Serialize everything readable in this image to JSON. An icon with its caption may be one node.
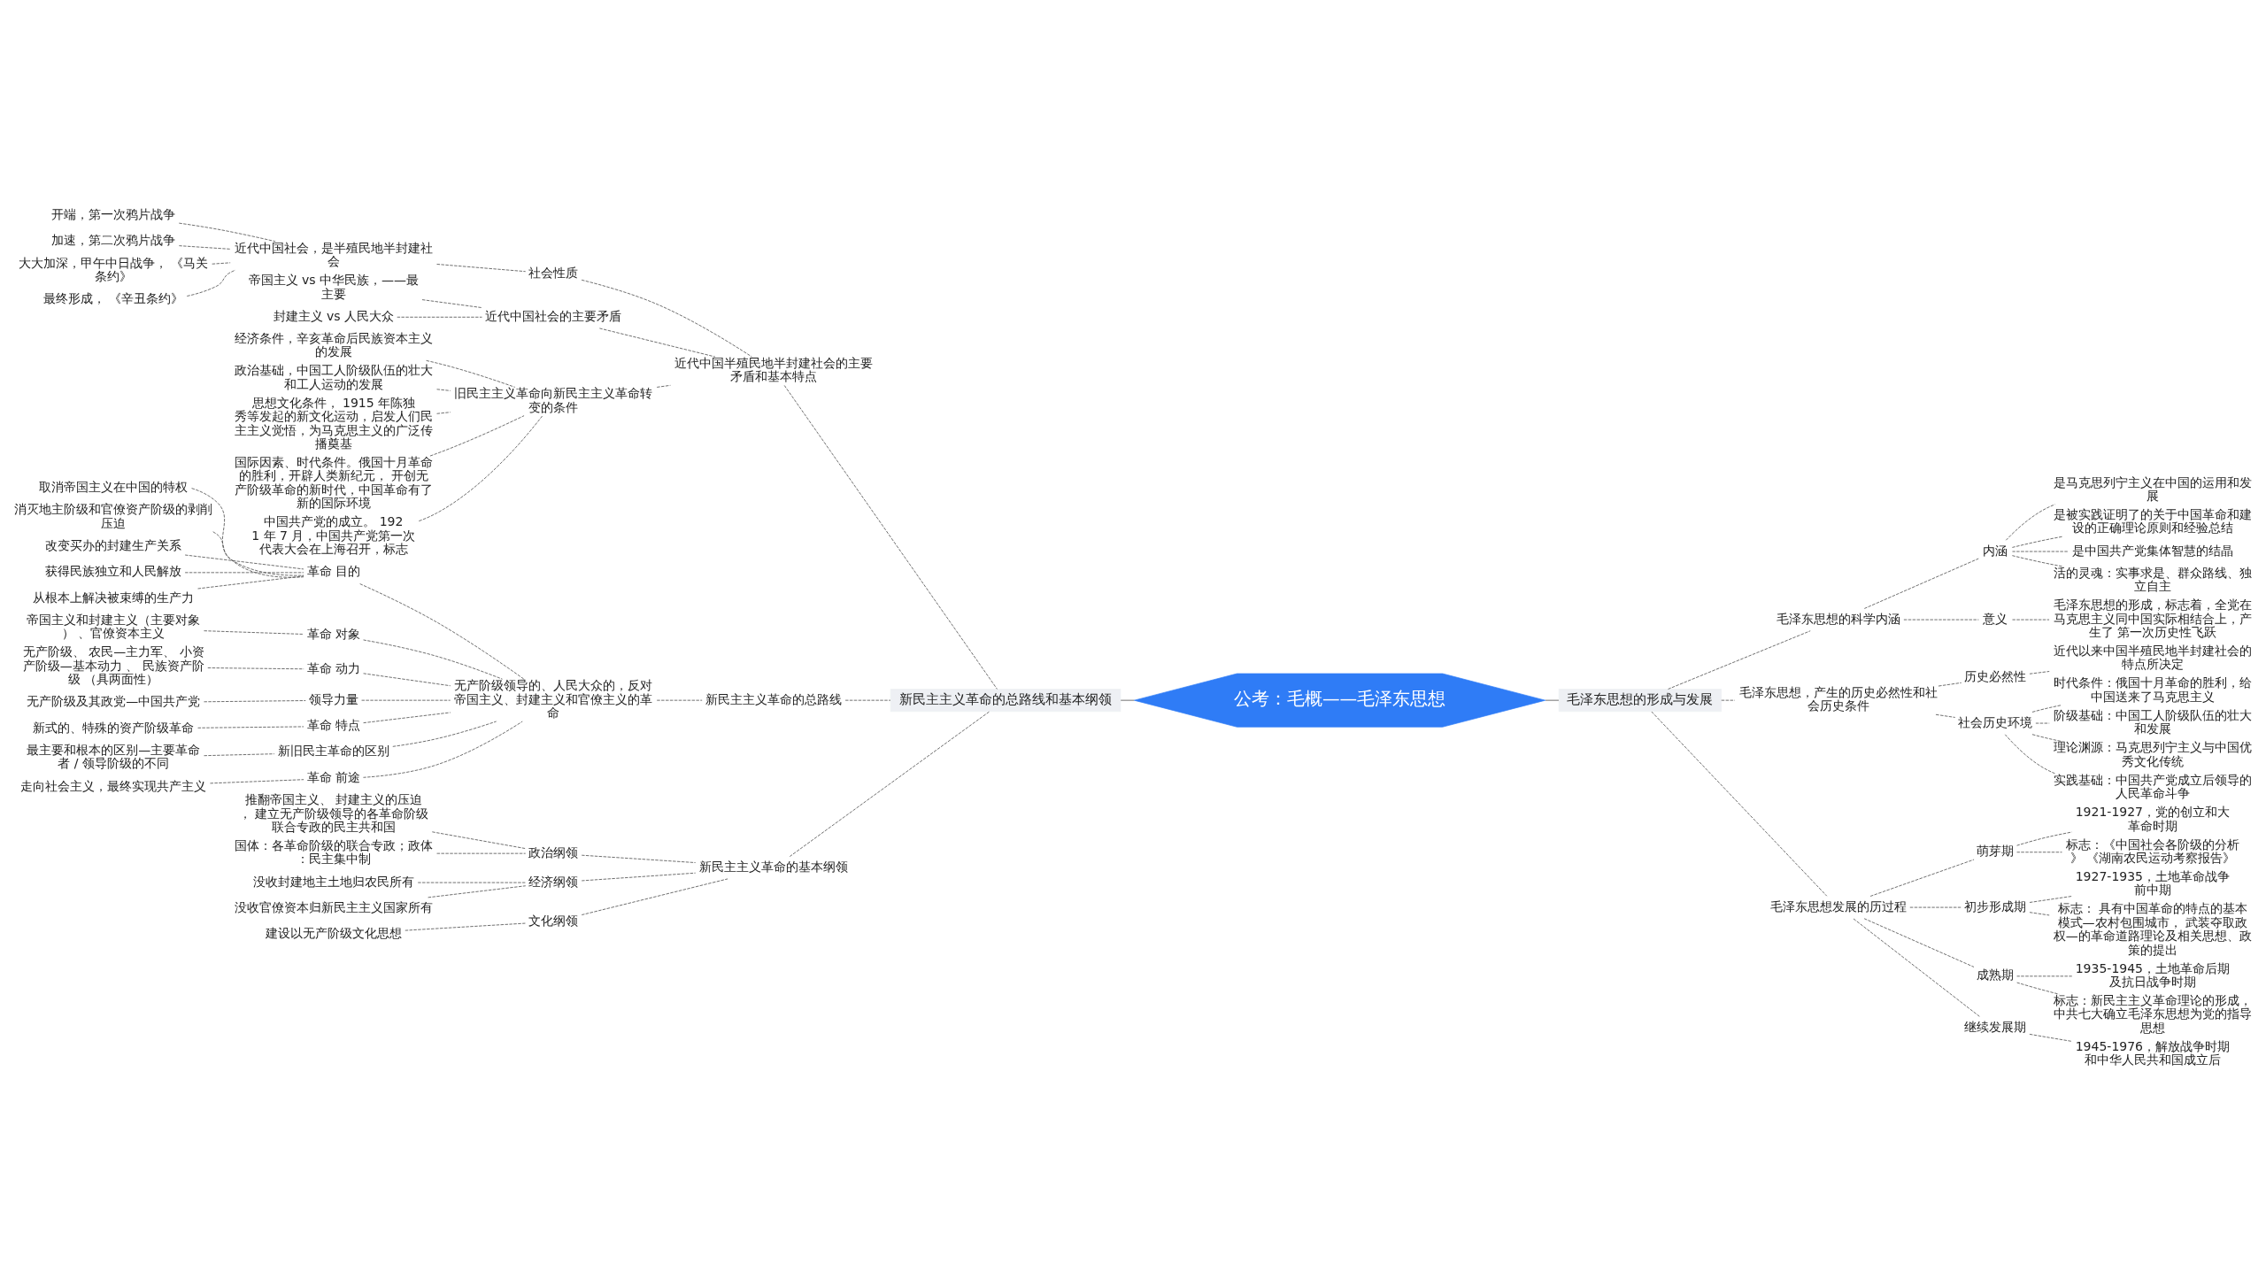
{
  "diagram": {
    "nodes": [
      {
        "text": [
          "公考：毛概——毛泽东思想"
        ]
      },
      {
        "text": [
          "新民主主义革命的总路线和基本纲领"
        ]
      },
      {
        "text": [
          "近代中国半殖民地半封建社会的主要矛盾和基本特点"
        ]
      },
      {
        "text": [
          "社会性质"
        ]
      },
      {
        "text": [
          "近代中国社会，是半殖民地半封建社会"
        ]
      },
      {
        "text": [
          "开端，第一次鸦片战争"
        ]
      },
      {
        "text": [
          "加速，第二次鸦片战争"
        ]
      },
      {
        "text": [
          "大大加深，甲午中日战争， 《马关条约》"
        ]
      },
      {
        "text": [
          "最终形成， 《辛丑条约》"
        ]
      },
      {
        "text": [
          "近代中国社会的主要矛盾"
        ]
      },
      {
        "text": [
          "帝国主义 vs 中华民族，——最主要"
        ]
      },
      {
        "text": [
          "封建主义 vs 人民大众"
        ]
      },
      {
        "text": [
          "旧民主主义革命向新民主主义革命转变的条件"
        ]
      },
      {
        "text": [
          "经济条件，辛亥革命后民族资本主义的发展"
        ]
      },
      {
        "text": [
          "政治基础，中国工人阶级队伍的壮大和工人运动的发展"
        ]
      },
      {
        "text": [
          "思想文化条件， 1915 年陈独秀等发起的新文化运动，启发人们民主主义觉悟，为马克思主义的广泛传播奠基"
        ]
      },
      {
        "text": [
          "国际因素、时代条件。俄国十月革命的胜利，开辟人类新纪元， 开创无产阶级革命的新时代，中国革命有了新的国际环境"
        ]
      },
      {
        "text": [
          "中国共产党的成立。 1921 年 7 月，中国共产党第一次代表大会在上海召开，标志"
        ]
      },
      {
        "text": [
          "新民主主义革命的总路线"
        ]
      },
      {
        "text": [
          "无产阶级领导的、人民大众的，反对帝国主义、封建主义和官僚主义的革命"
        ]
      },
      {
        "text": [
          "革命 目的"
        ]
      },
      {
        "text": [
          "取消帝国主义在中国的特权"
        ]
      },
      {
        "text": [
          "消灭地主阶级和官僚资产阶级的剥削压迫"
        ]
      },
      {
        "text": [
          "改变买办的封建生产关系"
        ]
      },
      {
        "text": [
          "获得民族独立和人民解放"
        ]
      },
      {
        "text": [
          "从根本上解决被束缚的生产力"
        ]
      },
      {
        "text": [
          "革命 对象"
        ]
      },
      {
        "text": [
          "帝国主义和封建主义（主要对象） 、官僚资本主义"
        ]
      },
      {
        "text": [
          "革命 动力"
        ]
      },
      {
        "text": [
          "无产阶级、 农民—主力军、 小资产阶级—基本动力 、 民族资产阶级 （具两面性）"
        ]
      },
      {
        "text": [
          "领导力量"
        ]
      },
      {
        "text": [
          "无产阶级及其政党—中国共产党"
        ]
      },
      {
        "text": [
          "革命 特点"
        ]
      },
      {
        "text": [
          "新式的、特殊的资产阶级革命"
        ]
      },
      {
        "text": [
          "新旧民主革命的区别"
        ]
      },
      {
        "text": [
          "最主要和根本的区别—主要革命者 / 领导阶级的不同"
        ]
      },
      {
        "text": [
          "革命 前途"
        ]
      },
      {
        "text": [
          "走向社会主义，最终实现共产主义"
        ]
      },
      {
        "text": [
          "新民主主义革命的基本纲领"
        ]
      },
      {
        "text": [
          "政治纲领"
        ]
      },
      {
        "text": [
          "推翻帝国主义、 封建主义的压迫， 建立无产阶级领导的各革命阶级联合专政的民主共和国"
        ]
      },
      {
        "text": [
          "国体：各革命阶级的联合专政；政体：民主集中制"
        ]
      },
      {
        "text": [
          "经济纲领"
        ]
      },
      {
        "text": [
          "没收封建地主土地归农民所有"
        ]
      },
      {
        "text": [
          "没收官僚资本归新民主主义国家所有"
        ]
      },
      {
        "text": [
          "文化纲领"
        ]
      },
      {
        "text": [
          "建设以无产阶级文化思想"
        ]
      },
      {
        "text": [
          "毛泽东思想的形成与发展"
        ]
      },
      {
        "text": [
          "毛泽东思想的科学内涵"
        ]
      },
      {
        "text": [
          "内涵"
        ]
      },
      {
        "text": [
          "是马克思列宁主义在中国的运用和发展"
        ]
      },
      {
        "text": [
          "是被实践证明了的关于中国革命和建设的正确理论原则和经验总结"
        ]
      },
      {
        "text": [
          "是中国共产党集体智慧的结晶"
        ]
      },
      {
        "text": [
          "活的灵魂：实事求是、群众路线、独立自主"
        ]
      },
      {
        "text": [
          "意义"
        ]
      },
      {
        "text": [
          "毛泽东思想的形成，标志着，全党在马克思主义同中国实际相结合上，产生了 第一次历史性飞跃"
        ]
      },
      {
        "text": [
          "毛泽东思想，产生的历史必然性和社会历史条件"
        ]
      },
      {
        "text": [
          "历史必然性"
        ]
      },
      {
        "text": [
          "近代以来中国半殖民地半封建社会的特点所决定"
        ]
      },
      {
        "text": [
          "社会历史环境"
        ]
      },
      {
        "text": [
          "时代条件：俄国十月革命的胜利，给中国送来了马克思主义"
        ]
      },
      {
        "text": [
          "阶级基础：中国工人阶级队伍的壮大和发展"
        ]
      },
      {
        "text": [
          "理论渊源：马克思列宁主义与中国优秀文化传统"
        ]
      },
      {
        "text": [
          "实践基础：中国共产党成立后领导的人民革命斗争"
        ]
      },
      {
        "text": [
          "毛泽东思想发展的历过程"
        ]
      },
      {
        "text": [
          "萌芽期"
        ]
      },
      {
        "text": [
          "1921-1927，党的创立和大革命时期"
        ]
      },
      {
        "text": [
          "标志：《中国社会各阶级的分析》 《湖南农民运动考察报告》"
        ]
      },
      {
        "text": [
          "初步形成期"
        ]
      },
      {
        "text": [
          "1927-1935，土地革命战争前中期"
        ]
      },
      {
        "text": [
          "标志： 具有中国革命的特点的基本模式—农村包围城市， 武装夺取政权—的革命道路理论及相关思想、政策的提出"
        ]
      },
      {
        "text": [
          "成熟期"
        ]
      },
      {
        "text": [
          "1935-1945，土地革命后期及抗日战争时期"
        ]
      },
      {
        "text": [
          "标志：新民主主义革命理论的形成，中共七大确立毛泽东思想为党的指导思想"
        ]
      },
      {
        "text": [
          "继续发展期"
        ]
      },
      {
        "text": [
          "1945-1976，解放战争时期和中华人民共和国成立后"
        ]
      }
    ],
    "edges": [
      {
        "from": 0,
        "to": 1,
        "arrow": "none"
      },
      {
        "from": 0,
        "to": 47,
        "arrow": "none"
      },
      {
        "from": 1,
        "to": 2,
        "arrow": "none",
        "style": "dashed"
      },
      {
        "from": 2,
        "to": 3,
        "arrow": "none",
        "style": "dashed"
      },
      {
        "from": 3,
        "to": 4,
        "arrow": "none",
        "style": "dashed"
      },
      {
        "from": 4,
        "to": 5,
        "arrow": "none",
        "style": "dashed"
      },
      {
        "from": 4,
        "to": 6,
        "arrow": "none",
        "style": "dashed"
      },
      {
        "from": 4,
        "to": 7,
        "arrow": "none",
        "style": "dashed"
      },
      {
        "from": 4,
        "to": 8,
        "arrow": "none",
        "style": "dashed"
      },
      {
        "from": 2,
        "to": 9,
        "arrow": "none",
        "style": "dashed"
      },
      {
        "from": 9,
        "to": 10,
        "arrow": "none",
        "style": "dashed"
      },
      {
        "from": 9,
        "to": 11,
        "arrow": "none",
        "style": "dashed"
      },
      {
        "from": 2,
        "to": 12,
        "arrow": "none",
        "style": "dashed"
      },
      {
        "from": 12,
        "to": 13,
        "arrow": "none",
        "style": "dashed"
      },
      {
        "from": 12,
        "to": 14,
        "arrow": "none",
        "style": "dashed"
      },
      {
        "from": 12,
        "to": 15,
        "arrow": "none",
        "style": "dashed"
      },
      {
        "from": 12,
        "to": 16,
        "arrow": "none",
        "style": "dashed"
      },
      {
        "from": 12,
        "to": 17,
        "arrow": "none",
        "style": "dashed"
      },
      {
        "from": 1,
        "to": 18,
        "arrow": "none",
        "style": "dashed"
      },
      {
        "from": 18,
        "to": 19,
        "arrow": "none",
        "style": "dashed"
      },
      {
        "from": 19,
        "to": 20,
        "arrow": "none",
        "style": "dashed"
      },
      {
        "from": 20,
        "to": 21,
        "arrow": "none",
        "style": "dashed"
      },
      {
        "from": 20,
        "to": 22,
        "arrow": "none",
        "style": "dashed"
      },
      {
        "from": 20,
        "to": 23,
        "arrow": "none",
        "style": "dashed"
      },
      {
        "from": 20,
        "to": 24,
        "arrow": "none",
        "style": "dashed"
      },
      {
        "from": 20,
        "to": 25,
        "arrow": "none",
        "style": "dashed"
      },
      {
        "from": 19,
        "to": 26,
        "arrow": "none",
        "style": "dashed"
      },
      {
        "from": 26,
        "to": 27,
        "arrow": "none",
        "style": "dashed"
      },
      {
        "from": 19,
        "to": 28,
        "arrow": "none",
        "style": "dashed"
      },
      {
        "from": 28,
        "to": 29,
        "arrow": "none",
        "style": "dashed"
      },
      {
        "from": 19,
        "to": 30,
        "arrow": "none",
        "style": "dashed"
      },
      {
        "from": 30,
        "to": 31,
        "arrow": "none",
        "style": "dashed"
      },
      {
        "from": 19,
        "to": 32,
        "arrow": "none",
        "style": "dashed"
      },
      {
        "from": 32,
        "to": 33,
        "arrow": "none",
        "style": "dashed"
      },
      {
        "from": 19,
        "to": 34,
        "arrow": "none",
        "style": "dashed"
      },
      {
        "from": 34,
        "to": 35,
        "arrow": "none",
        "style": "dashed"
      },
      {
        "from": 19,
        "to": 36,
        "arrow": "none",
        "style": "dashed"
      },
      {
        "from": 36,
        "to": 37,
        "arrow": "none",
        "style": "dashed"
      },
      {
        "from": 1,
        "to": 38,
        "arrow": "none",
        "style": "dashed"
      },
      {
        "from": 38,
        "to": 39,
        "arrow": "none",
        "style": "dashed"
      },
      {
        "from": 39,
        "to": 40,
        "arrow": "none",
        "style": "dashed"
      },
      {
        "from": 39,
        "to": 41,
        "arrow": "none",
        "style": "dashed"
      },
      {
        "from": 38,
        "to": 42,
        "arrow": "none",
        "style": "dashed"
      },
      {
        "from": 42,
        "to": 43,
        "arrow": "none",
        "style": "dashed"
      },
      {
        "from": 42,
        "to": 44,
        "arrow": "none",
        "style": "dashed"
      },
      {
        "from": 38,
        "to": 45,
        "arrow": "none",
        "style": "dashed"
      },
      {
        "from": 45,
        "to": 46,
        "arrow": "none",
        "style": "dashed"
      },
      {
        "from": 47,
        "to": 48,
        "arrow": "none",
        "style": "dashed"
      },
      {
        "from": 48,
        "to": 49,
        "arrow": "none",
        "style": "dashed"
      },
      {
        "from": 49,
        "to": 50,
        "arrow": "none",
        "style": "dashed"
      },
      {
        "from": 49,
        "to": 51,
        "arrow": "none",
        "style": "dashed"
      },
      {
        "from": 49,
        "to": 52,
        "arrow": "none",
        "style": "dashed"
      },
      {
        "from": 49,
        "to": 53,
        "arrow": "none",
        "style": "dashed"
      },
      {
        "from": 48,
        "to": 54,
        "arrow": "none",
        "style": "dashed"
      },
      {
        "from": 54,
        "to": 55,
        "arrow": "none",
        "style": "dashed"
      },
      {
        "from": 47,
        "to": 56,
        "arrow": "none",
        "style": "dashed"
      },
      {
        "from": 56,
        "to": 57,
        "arrow": "none",
        "style": "dashed"
      },
      {
        "from": 57,
        "to": 58,
        "arrow": "none",
        "style": "dashed"
      },
      {
        "from": 56,
        "to": 59,
        "arrow": "none",
        "style": "dashed"
      },
      {
        "from": 59,
        "to": 60,
        "arrow": "none",
        "style": "dashed"
      },
      {
        "from": 59,
        "to": 61,
        "arrow": "none",
        "style": "dashed"
      },
      {
        "from": 59,
        "to": 62,
        "arrow": "none",
        "style": "dashed"
      },
      {
        "from": 59,
        "to": 63,
        "arrow": "none",
        "style": "dashed"
      },
      {
        "from": 47,
        "to": 64,
        "arrow": "none",
        "style": "dashed"
      },
      {
        "from": 64,
        "to": 65,
        "arrow": "none",
        "style": "dashed"
      },
      {
        "from": 65,
        "to": 66,
        "arrow": "none",
        "style": "dashed"
      },
      {
        "from": 65,
        "to": 67,
        "arrow": "none",
        "style": "dashed"
      },
      {
        "from": 64,
        "to": 68,
        "arrow": "none",
        "style": "dashed"
      },
      {
        "from": 68,
        "to": 69,
        "arrow": "none",
        "style": "dashed"
      },
      {
        "from": 68,
        "to": 70,
        "arrow": "none",
        "style": "dashed"
      },
      {
        "from": 64,
        "to": 71,
        "arrow": "none",
        "style": "dashed"
      },
      {
        "from": 71,
        "to": 72,
        "arrow": "none",
        "style": "dashed"
      },
      {
        "from": 71,
        "to": 73,
        "arrow": "none",
        "style": "dashed"
      },
      {
        "from": 64,
        "to": 74,
        "arrow": "none",
        "style": "dashed"
      },
      {
        "from": 74,
        "to": 75,
        "arrow": "none",
        "style": "dashed"
      }
    ]
  }
}
